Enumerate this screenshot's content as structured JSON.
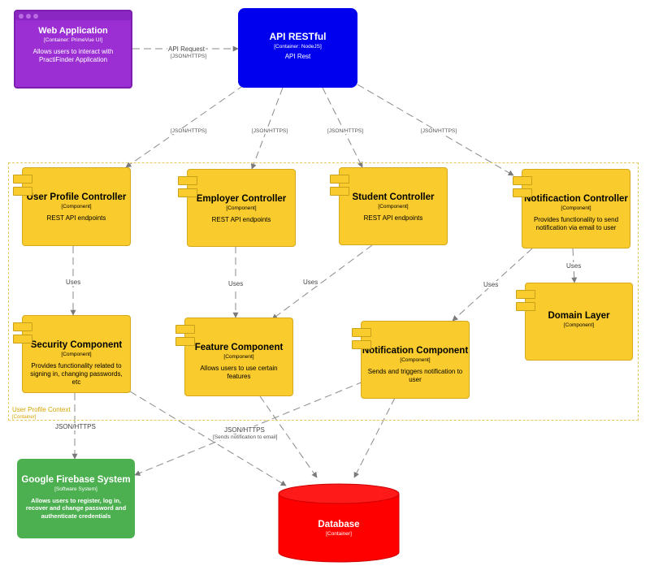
{
  "boundary": {
    "label": "User Profile Context",
    "tag": "[Container]"
  },
  "nodes": {
    "web_app": {
      "title": "Web Application",
      "tag": "[Container: PrimeVue UI]",
      "desc": "Allows users to interact with PractiFinder Application"
    },
    "api": {
      "title": "API RESTful",
      "tag": "[Container: NodeJS]",
      "desc": "API Rest"
    },
    "user_profile_controller": {
      "title": "User Profile Controller",
      "tag": "[Component]",
      "desc": "REST API endpoints"
    },
    "employer_controller": {
      "title": "Employer Controller",
      "tag": "[Component]",
      "desc": "REST API endpoints"
    },
    "student_controller": {
      "title": "Student Controller",
      "tag": "[Component]",
      "desc": "REST API endpoints"
    },
    "notification_controller": {
      "title": "Notificaction Controller",
      "tag": "[Component]",
      "desc": "Provides functionality to send notification via email to user"
    },
    "security_component": {
      "title": "Security Component",
      "tag": "[Component]",
      "desc": "Provides functionality related to signing in, changing passwords, etc"
    },
    "feature_component": {
      "title": "Feature Component",
      "tag": "[Component]",
      "desc": "Allows users to use certain features"
    },
    "notification_component": {
      "title": "Notification Component",
      "tag": "[Component]",
      "desc": "Sends and triggers notification to user"
    },
    "domain_layer": {
      "title": "Domain Layer",
      "tag": "[Component]"
    },
    "firebase": {
      "title": "Google Firebase System",
      "tag": "[Software System]",
      "desc": "Allows users to register, log in, recover and change password and authenticate credentials"
    },
    "database": {
      "title": "Database",
      "tag": "[Container]"
    }
  },
  "edges": {
    "api_request": {
      "label": "API Request",
      "tech": "[JSON/HTTPS]"
    },
    "api_to_upc": {
      "tech": "[JSON/HTTPS]"
    },
    "api_to_ec": {
      "tech": "[JSON/HTTPS]"
    },
    "api_to_sc": {
      "tech": "[JSON/HTTPS]"
    },
    "api_to_nc": {
      "tech": "[JSON/HTTPS]"
    },
    "upc_uses": {
      "label": "Uses"
    },
    "ec_uses": {
      "label": "Uses"
    },
    "sc_uses": {
      "label": "Uses"
    },
    "nc_uses_notif": {
      "label": "Uses"
    },
    "nc_uses_domain": {
      "label": "Uses"
    },
    "security_to_firebase": {
      "label": "JSON/HTTPS"
    },
    "notification_to_firebase": {
      "label": "JSON/HTTPS",
      "tech": "[Sends notification to email]"
    }
  },
  "colors": {
    "web_app": "#9b2fd4",
    "api": "#0000ee",
    "component": "#f9cb2c",
    "firebase": "#4caf50",
    "database": "#ff0000",
    "edge": "#8a8a8a",
    "boundary": "#e6c95a"
  }
}
